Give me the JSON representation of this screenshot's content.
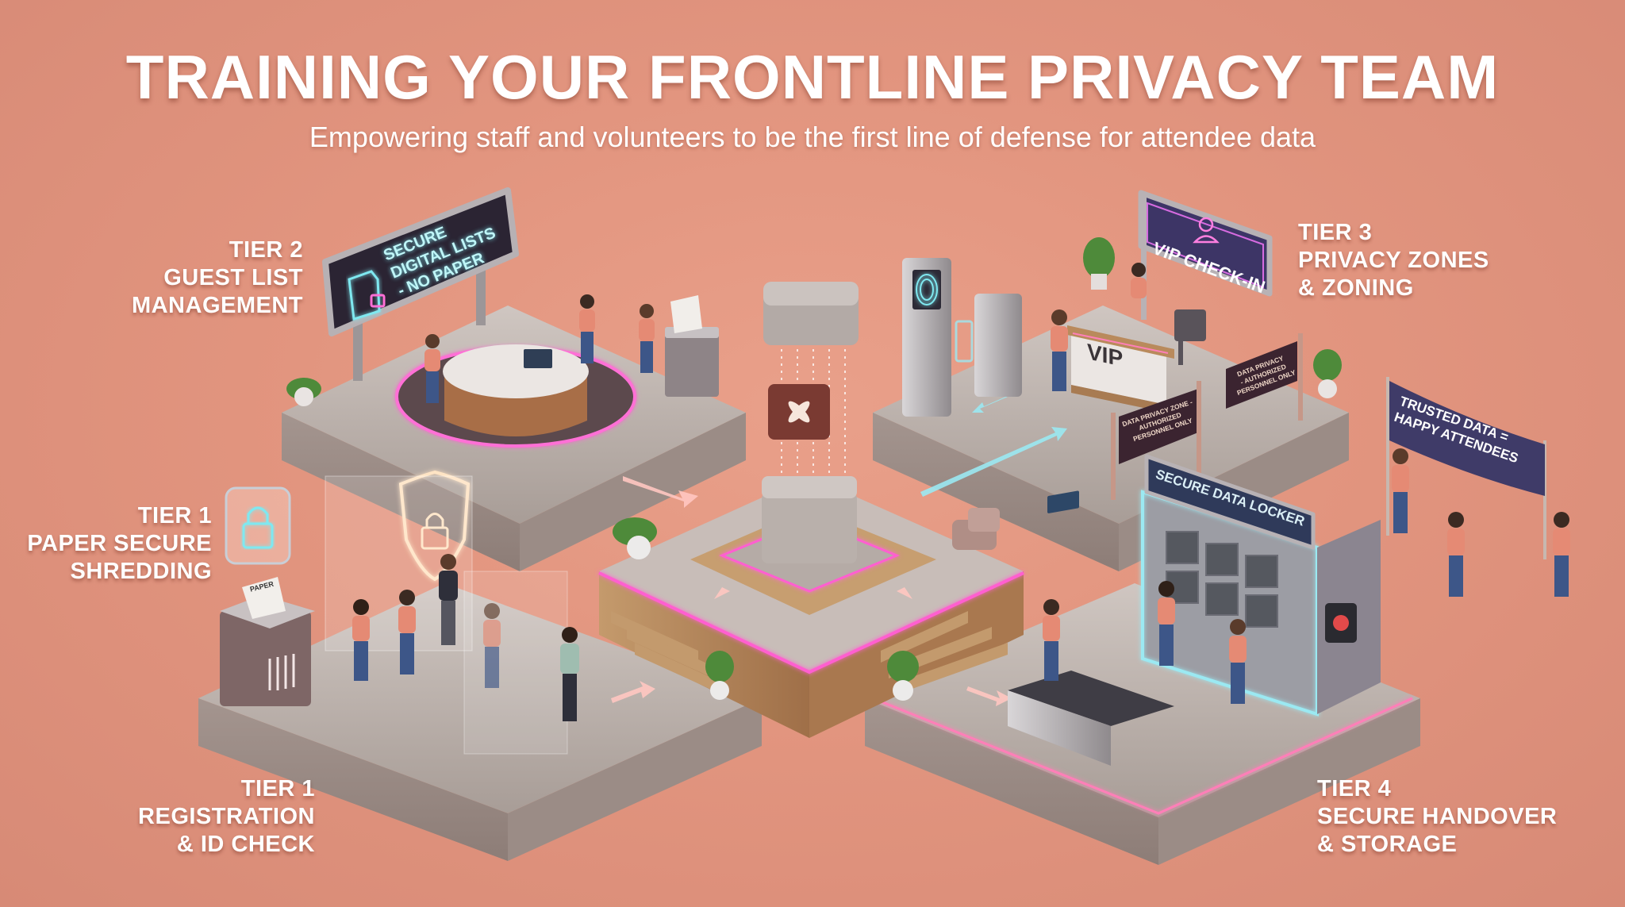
{
  "header": {
    "title": "TRAINING YOUR FRONTLINE PRIVACY TEAM",
    "subtitle": "Empowering staff and volunteers to be the first line of defense for attendee data"
  },
  "tiers": [
    {
      "id": "tier2-guest-list",
      "tier": "TIER 2",
      "line1": "GUEST LIST",
      "line2": "MANAGEMENT"
    },
    {
      "id": "tier1-shredding",
      "tier": "TIER 1",
      "line1": "PAPER SECURE",
      "line2": "SHREDDING"
    },
    {
      "id": "tier1-registration",
      "tier": "TIER 1",
      "line1": "REGISTRATION",
      "line2": "& ID CHECK"
    },
    {
      "id": "tier3-privacy-zones",
      "tier": "TIER 3",
      "line1": "PRIVACY ZONES",
      "line2": "& ZONING"
    },
    {
      "id": "tier4-handover",
      "tier": "TIER 4",
      "line1": "SECURE HANDOVER",
      "line2": "& STORAGE"
    }
  ],
  "signs": {
    "digital_lists": {
      "line1": "SECURE",
      "line2": "DIGITAL LISTS",
      "line3": "- NO PAPER"
    },
    "vip_checkin": "VIP CHECK-IN",
    "vip_desk": "VIP",
    "privacy_zone_a": {
      "line1": "DATA PRIVACY ZONE -",
      "line2": "AUTHORIZED",
      "line3": "PERSONNEL ONLY"
    },
    "privacy_zone_b": {
      "line1": "DATA PRIVACY",
      "line2": "- AUTHORIZED",
      "line3": "PERSONNEL ONLY"
    },
    "banner": {
      "line1": "TRUSTED DATA =",
      "line2": "HAPPY ATTENDEES"
    },
    "data_locker": "SECURE DATA LOCKER",
    "shredder_paper": "PAPER"
  },
  "colors": {
    "background": "#e2957f",
    "title_text": "#ffffff",
    "neon_pink": "#ff5fd0",
    "neon_cyan": "#7fe8f0",
    "sign_dark": "#2b2433",
    "sign_purple": "#3d3566",
    "banner_navy": "#3f3b68",
    "platform_grey": "#bdb3ad",
    "wood": "#b98a5c"
  }
}
